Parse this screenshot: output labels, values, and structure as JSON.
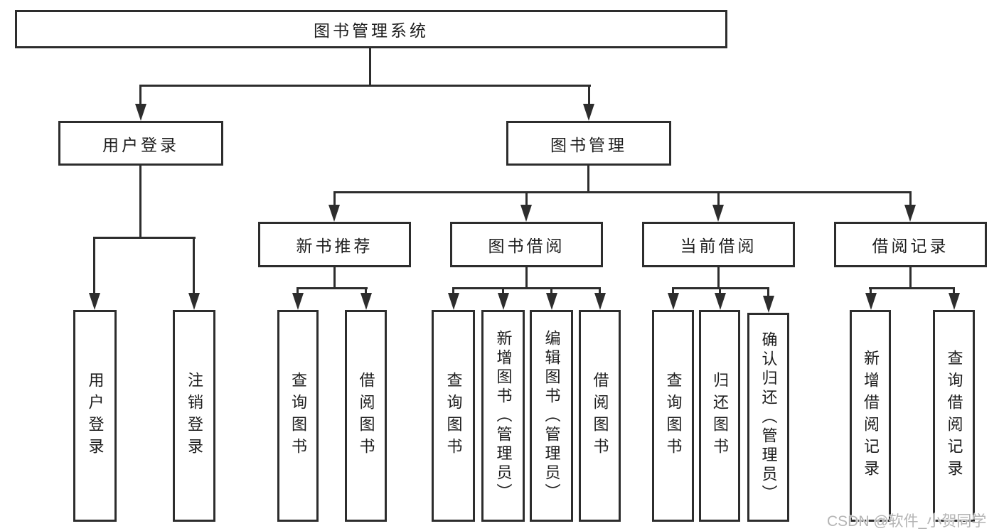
{
  "diagram": {
    "root": "图书管理系统",
    "level2": [
      "用户登录",
      "图书管理"
    ],
    "level3": [
      "新书推荐",
      "图书借阅",
      "当前借阅",
      "借阅记录"
    ],
    "leaves": {
      "user_login": [
        "用户登录",
        "注销登录"
      ],
      "new_book": [
        "查询图书",
        "借阅图书"
      ],
      "book_borrow": [
        "查询图书",
        "新增图书（管理员）",
        "编辑图书（管理员）",
        "借阅图书"
      ],
      "current_borrow": [
        "查询图书",
        "归还图书",
        "确认归还（管理员）"
      ],
      "borrow_record": [
        "新增借阅记录",
        "查询借阅记录"
      ]
    },
    "watermark": "CSDN @软件_小贺同学",
    "colors": {
      "line": "#2d2d2d",
      "text": "#1d1d1d",
      "watermark": "#b4b4b4",
      "background": "#ffffff"
    }
  }
}
